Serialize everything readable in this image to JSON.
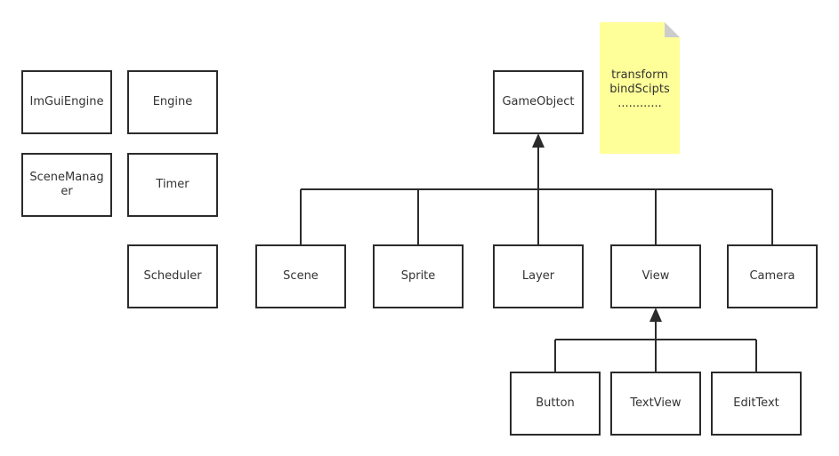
{
  "colors": {
    "stroke": "#2b2b2b",
    "box_fill": "#ffffff",
    "note_fill": "#ffff99",
    "note_fold": "#cccccc",
    "text": "#333333"
  },
  "standalone": {
    "imgui_engine": "ImGuiEngine",
    "engine": "Engine",
    "scene_manager": "SceneManager",
    "timer": "Timer",
    "scheduler": "Scheduler"
  },
  "hierarchy": {
    "game_object": "GameObject",
    "scene": "Scene",
    "sprite": "Sprite",
    "layer": "Layer",
    "view": "View",
    "camera": "Camera",
    "button": "Button",
    "text_view": "TextView",
    "edit_text": "EditText"
  },
  "note": {
    "line1": "transform",
    "line2": "bindScipts",
    "line3": "............"
  }
}
